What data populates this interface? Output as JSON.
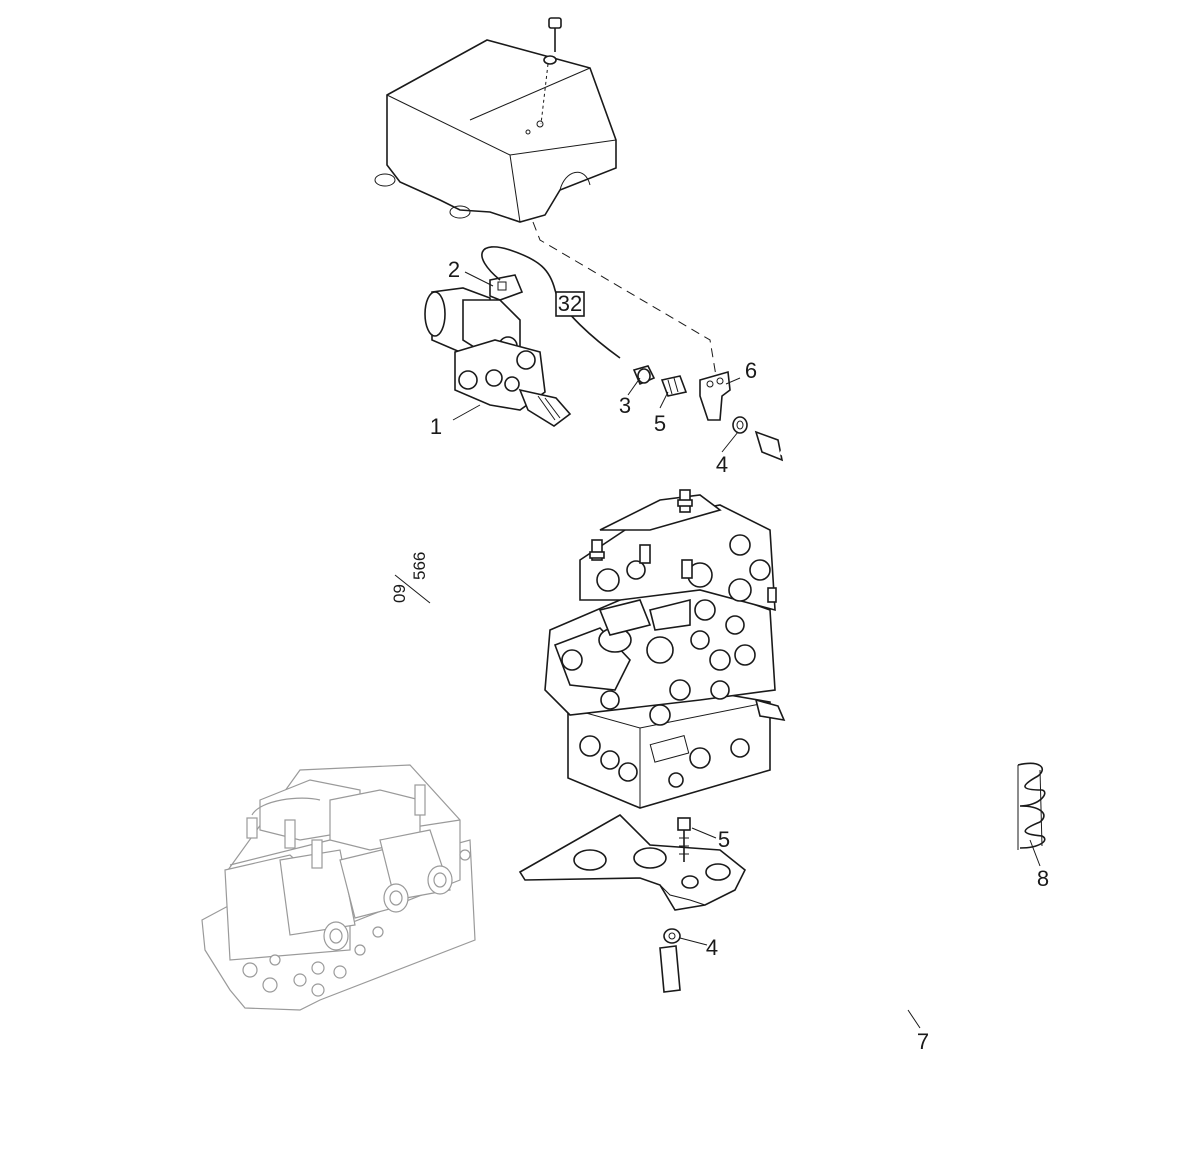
{
  "callouts": [
    {
      "id": "1",
      "text": "1"
    },
    {
      "id": "2",
      "text": "2"
    },
    {
      "id": "3",
      "text": "3"
    },
    {
      "id": "4a",
      "text": "4"
    },
    {
      "id": "4b",
      "text": "4"
    },
    {
      "id": "5a",
      "text": "5"
    },
    {
      "id": "5b",
      "text": "5"
    },
    {
      "id": "6",
      "text": "6"
    },
    {
      "id": "7",
      "text": "7"
    },
    {
      "id": "8",
      "text": "8"
    }
  ],
  "boxed_ref": "32",
  "drawing_ref": {
    "top": "566",
    "bottom": "09"
  }
}
